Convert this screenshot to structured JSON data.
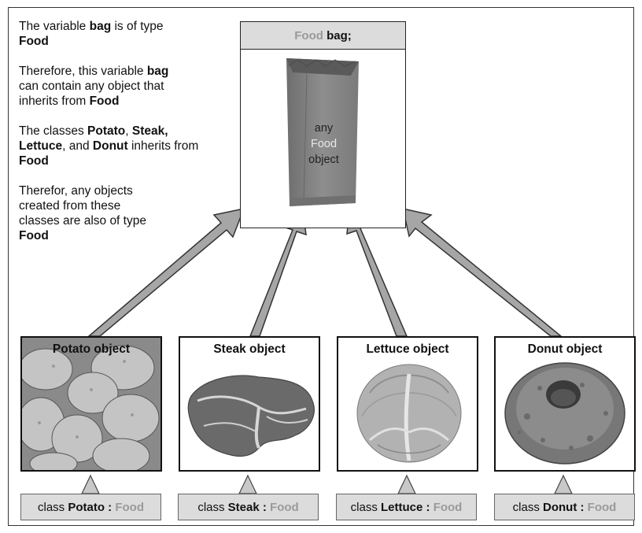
{
  "explanation": {
    "p1": {
      "t1": "The variable ",
      "b1": "bag",
      "t2": " is of type ",
      "b2": "Food"
    },
    "p2": {
      "t1": "Therefore, this variable ",
      "b1": "bag",
      "t2": " can contain any object that inherits from ",
      "b2": "Food"
    },
    "p3": {
      "t1": "The classes ",
      "b1": "Potato",
      "t2": ", ",
      "b2": "Steak, Lettuce",
      "t3": ", and ",
      "b3": "Donut",
      "t4": " inherits from ",
      "b4": "Food"
    },
    "p4": {
      "t1": "Therefor, any objects created from these classes are also of type ",
      "b1": "Food"
    }
  },
  "bag": {
    "header_type": "Food",
    "header_var": "bag;",
    "text_line1": "any",
    "text_line2": "Food",
    "text_line3": "object"
  },
  "objects": [
    {
      "label": "Potato object",
      "class_prefix": "class ",
      "class_name": "Potato",
      "sep": " : ",
      "base": "Food"
    },
    {
      "label": "Steak object",
      "class_prefix": "class ",
      "class_name": "Steak",
      "sep": " : ",
      "base": "Food"
    },
    {
      "label": "Lettuce object",
      "class_prefix": "class ",
      "class_name": "Lettuce",
      "sep": " : ",
      "base": "Food"
    },
    {
      "label": "Donut object",
      "class_prefix": "class ",
      "class_name": "Donut",
      "sep": " : ",
      "base": "Food"
    }
  ],
  "colors": {
    "arrow_fill": "#a6a6a6",
    "header_bg": "#dcdcdc",
    "base_type_text": "#9a9a9a"
  }
}
